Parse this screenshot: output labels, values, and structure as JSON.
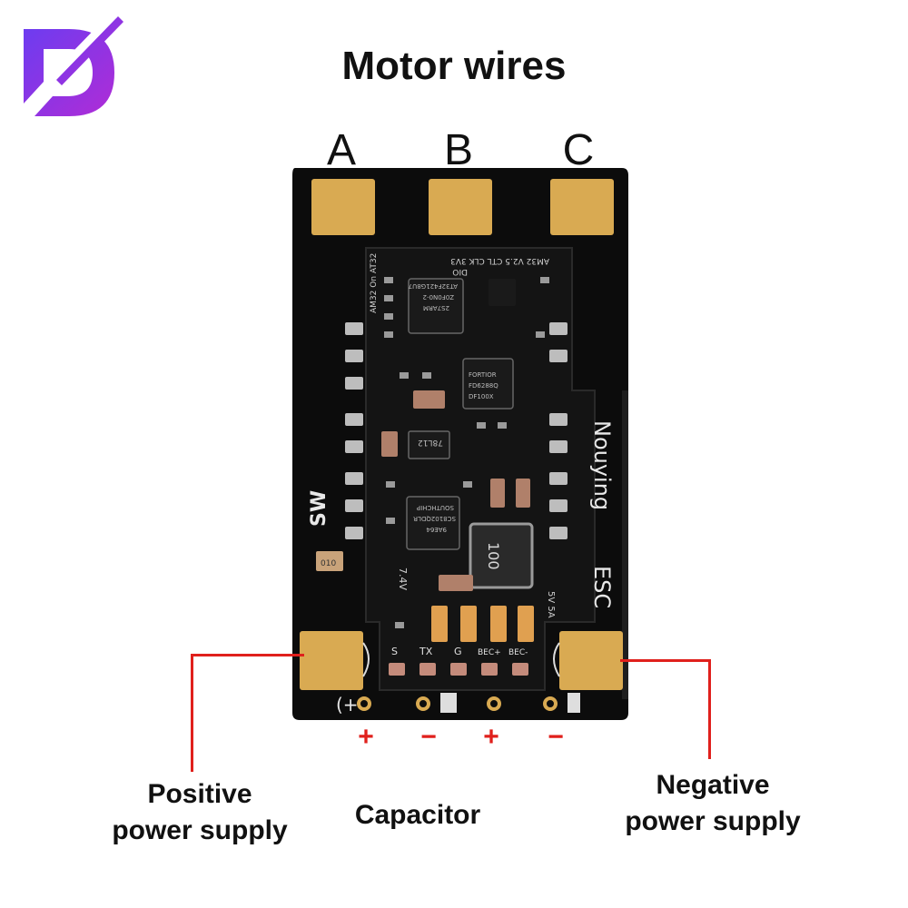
{
  "title": "Motor wires",
  "motor_pads": [
    "A",
    "B",
    "C"
  ],
  "board": {
    "brand_line1": "Nouying",
    "brand_line2": "ESC",
    "sw_label": "SW",
    "firmware_label": "AM32 On AT32",
    "header_label": "AM32 V2.5 CTL  CLK  3V3",
    "dio_label": "DIO",
    "chip1_text": [
      "AT32F421G8U7",
      "Z0F0N0-2",
      "2S7ARM"
    ],
    "chip2_text": [
      "FORTIOR",
      "FD6288Q",
      "DF100X"
    ],
    "chip3_text": [
      "SOUTHCHIP",
      "SC8102QDLR",
      "9AE64"
    ],
    "regulator_text": "78L12",
    "inductor_text": "100",
    "voltage_label": "7.4V",
    "bec_label": "5V 5A",
    "small_cap_label": "010",
    "pin_labels": [
      "S",
      "TX",
      "G",
      "BEC+",
      "BEC-"
    ],
    "capacitor_pad_label": "(+"
  },
  "polarity_signs": [
    "+",
    "−",
    "+",
    "−"
  ],
  "callouts": {
    "positive": [
      "Positive",
      "power supply"
    ],
    "capacitor": "Capacitor",
    "negative": [
      "Negative",
      "power supply"
    ]
  },
  "colors": {
    "board": "#0c0c0c",
    "gold_pad": "#d9aa52",
    "accent_red": "#e0201c",
    "logo_purple": "#8a2bd9"
  }
}
